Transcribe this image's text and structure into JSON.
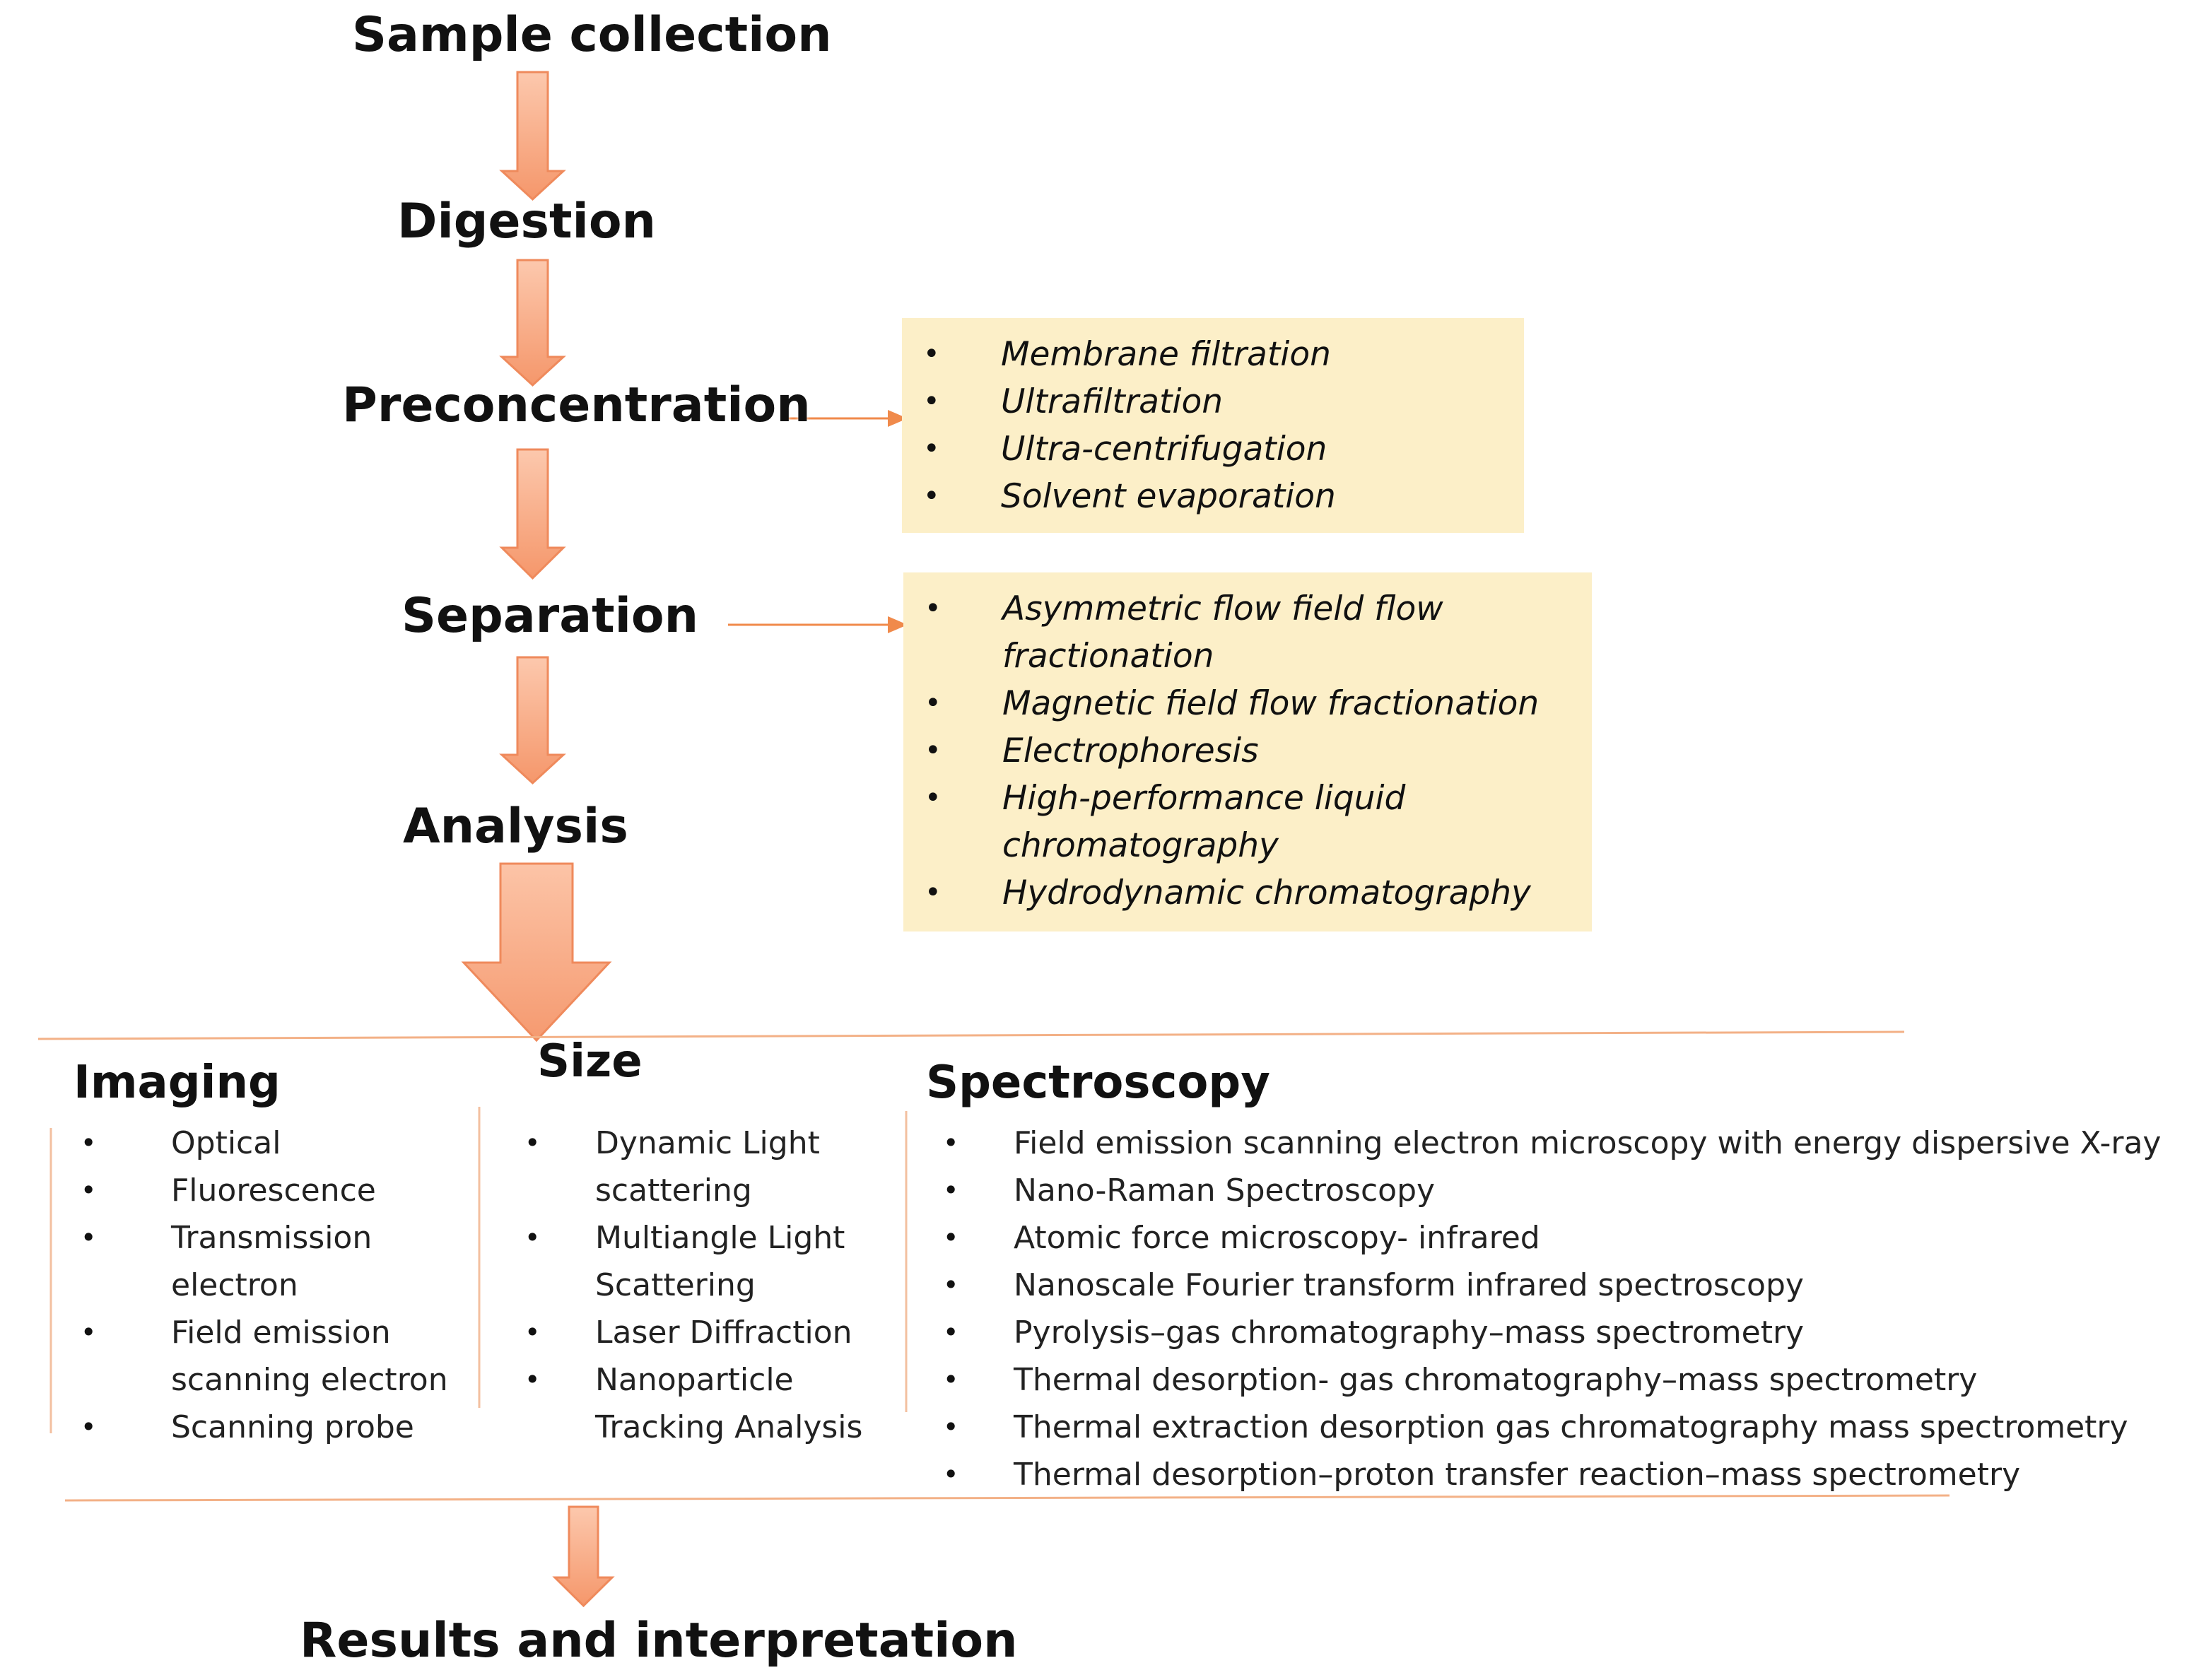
{
  "steps": {
    "sample_collection": "Sample collection",
    "digestion": "Digestion",
    "preconcentration": "Preconcentration",
    "separation": "Separation",
    "analysis": "Analysis",
    "results": "Results and interpretation"
  },
  "preconcentration_methods": [
    "Membrane filtration",
    "Ultrafiltration",
    "Ultra-centrifugation",
    "Solvent evaporation"
  ],
  "separation_methods": [
    "Asymmetric flow field flow fractionation",
    "Magnetic field flow fractionation",
    "Electrophoresis",
    "High-performance liquid chromatography",
    "Hydrodynamic chromatography"
  ],
  "analysis_columns": {
    "imaging": {
      "title": "Imaging",
      "items": [
        "Optical",
        "Fluorescence",
        "Transmission electron",
        "Field emission scanning electron",
        "Scanning probe"
      ]
    },
    "size": {
      "title": "Size",
      "items": [
        "Dynamic Light scattering",
        "Multiangle Light Scattering",
        "Laser Diffraction",
        "Nanoparticle Tracking Analysis"
      ]
    },
    "spectroscopy": {
      "title": "Spectroscopy",
      "items": [
        "Field emission scanning electron microscopy with energy dispersive X-ray",
        "Nano-Raman Spectroscopy",
        "Atomic force microscopy- infrared",
        "Nanoscale Fourier transform infrared spectroscopy",
        "Pyrolysis–gas chromatography–mass spectrometry",
        "Thermal desorption- gas chromatography–mass spectrometry",
        "Thermal extraction desorption gas chromatography mass spectrometry",
        "Thermal desorption–proton transfer reaction–mass spectrometry"
      ]
    }
  },
  "colors": {
    "arrow_light": "#fbc3a6",
    "arrow_dark": "#f4956a",
    "arrow_stroke": "#ef8a5c",
    "box_fill": "#fcefc8",
    "rule_line": "#f3b187",
    "thin_arrow": "#f08a4b"
  }
}
